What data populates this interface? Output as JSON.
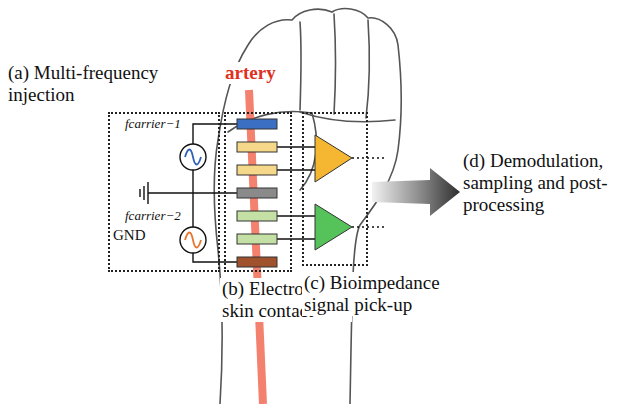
{
  "diagram": {
    "nodes": [
      {
        "text": [
          "(a) Multi-frequency injection"
        ]
      },
      {
        "text": [
          "(b) Electrode-skin contact"
        ]
      },
      {
        "text": [
          "(c) Bioimpedance signal pick-up"
        ]
      }
    ],
    "labels": [
      "artery",
      "fcarrier−1",
      "fcarrier−2",
      "GND",
      "(d) Demodulation, sampling and post-processing"
    ]
  }
}
